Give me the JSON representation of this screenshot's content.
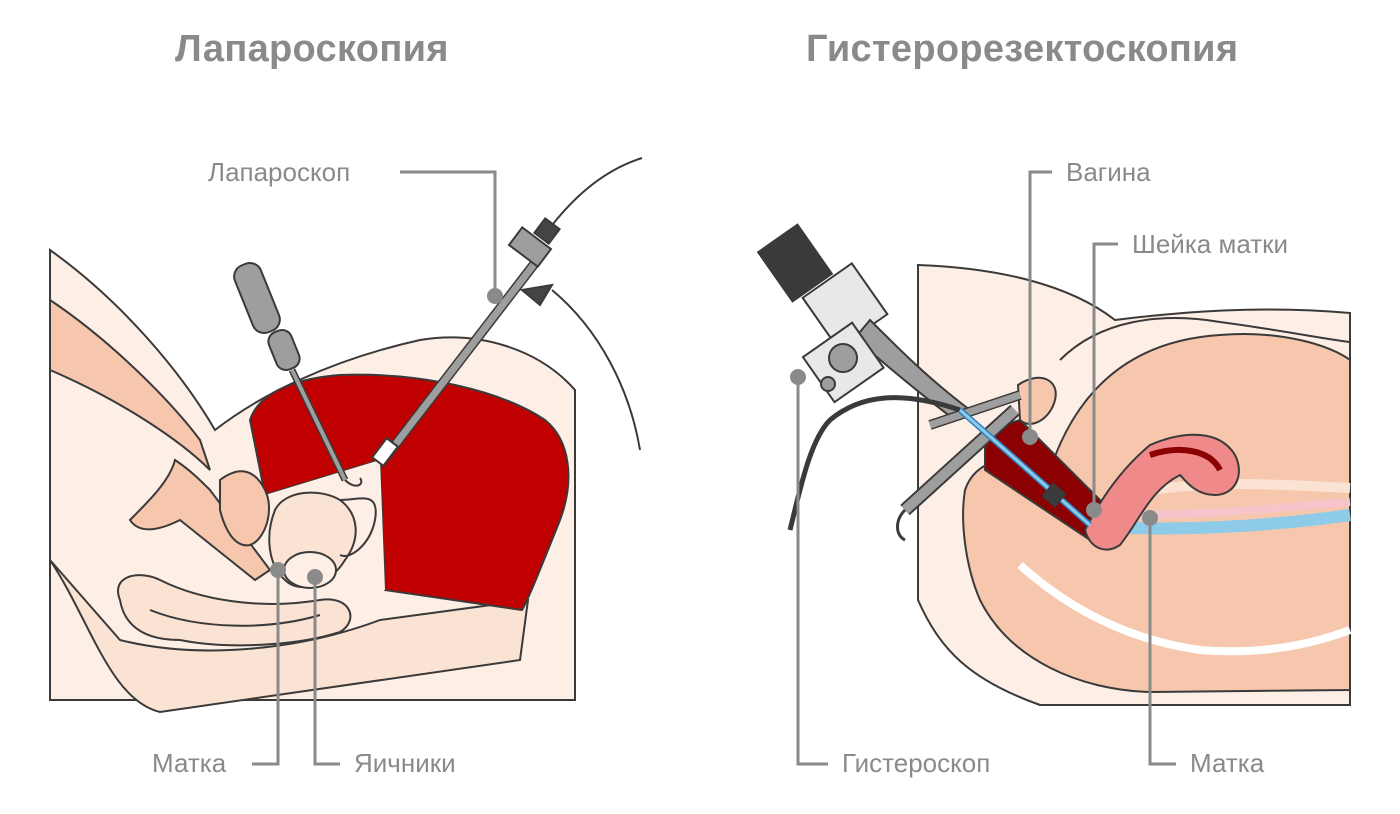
{
  "titles": {
    "left": "Лапароскопия",
    "right": "Гистерорезектоскопия"
  },
  "labels": {
    "laparoscope": "Лапароскоп",
    "uterus_left": "Матка",
    "ovaries": "Яичники",
    "vagina": "Вагина",
    "cervix": "Шейка матки",
    "hysteroscope": "Гистероскоп",
    "uterus_right": "Матка"
  },
  "colors": {
    "skin": "#fdeee6",
    "tissue": "#f6c7ad",
    "organ_light": "#fbe3d4",
    "cavity_red": "#c00000",
    "uterus_pink": "#f08a8a",
    "instrument_gray": "#9e9e9e",
    "dark_gray": "#444444",
    "leader_gray": "#8a8a8a",
    "blue": "#8ecbe8"
  }
}
